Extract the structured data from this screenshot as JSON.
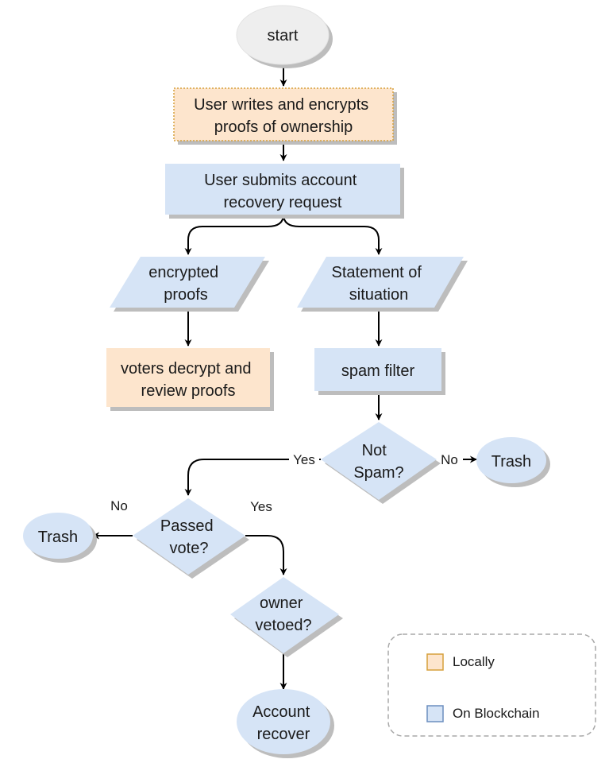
{
  "colors": {
    "local_fill": "#fde5cd",
    "local_stroke": "#d6a03c",
    "chain_fill": "#d6e4f6",
    "chain_stroke": "#6c8ebf",
    "shadow": "#bdbdbd"
  },
  "nodes": {
    "start": "start",
    "write_proofs": [
      "User writes and encrypts",
      "proofs of ownership"
    ],
    "submit_request": [
      "User submits account",
      "recovery request"
    ],
    "encrypted_proofs": [
      "encrypted",
      "proofs"
    ],
    "statement": [
      "Statement of",
      "situation"
    ],
    "voters_review": [
      "voters decrypt and",
      "review proofs"
    ],
    "spam_filter": "spam filter",
    "not_spam": [
      "Not",
      "Spam?"
    ],
    "trash_right": "Trash",
    "passed_vote": [
      "Passed",
      "vote?"
    ],
    "trash_left": "Trash",
    "owner_vetoed": [
      "owner",
      "vetoed?"
    ],
    "account_recover": [
      "Account",
      "recover"
    ]
  },
  "edge_labels": {
    "yes_spam": "Yes",
    "no_spam": "No",
    "no_vote": "No",
    "yes_vote": "Yes"
  },
  "legend": {
    "locally": "Locally",
    "on_blockchain": "On Blockchain"
  }
}
